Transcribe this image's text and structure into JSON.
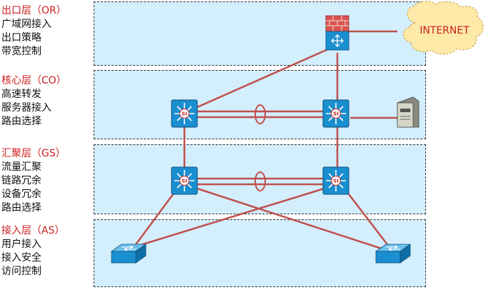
{
  "layers": [
    {
      "title": "出口层（OR）",
      "lines": [
        "广域网接入",
        "出口策略",
        "带宽控制"
      ]
    },
    {
      "title": "核心层（CO）",
      "lines": [
        "高速转发",
        "服务器接入",
        "路由选择"
      ]
    },
    {
      "title": "汇聚层（GS）",
      "lines": [
        "流量汇聚",
        "链路冗余",
        "设备冗余",
        "路由选择"
      ]
    },
    {
      "title": "接入层（AS）",
      "lines": [
        "用户接入",
        "接入安全",
        "访问控制"
      ]
    }
  ],
  "internet_label": "INTERNET",
  "switch_label": "SI",
  "colors": {
    "band": "#d3eefc",
    "link": "#c0504d",
    "title_red": "#cc1f1f",
    "cloud": "#fde9a8",
    "device_blue": "#1a8fd0"
  }
}
